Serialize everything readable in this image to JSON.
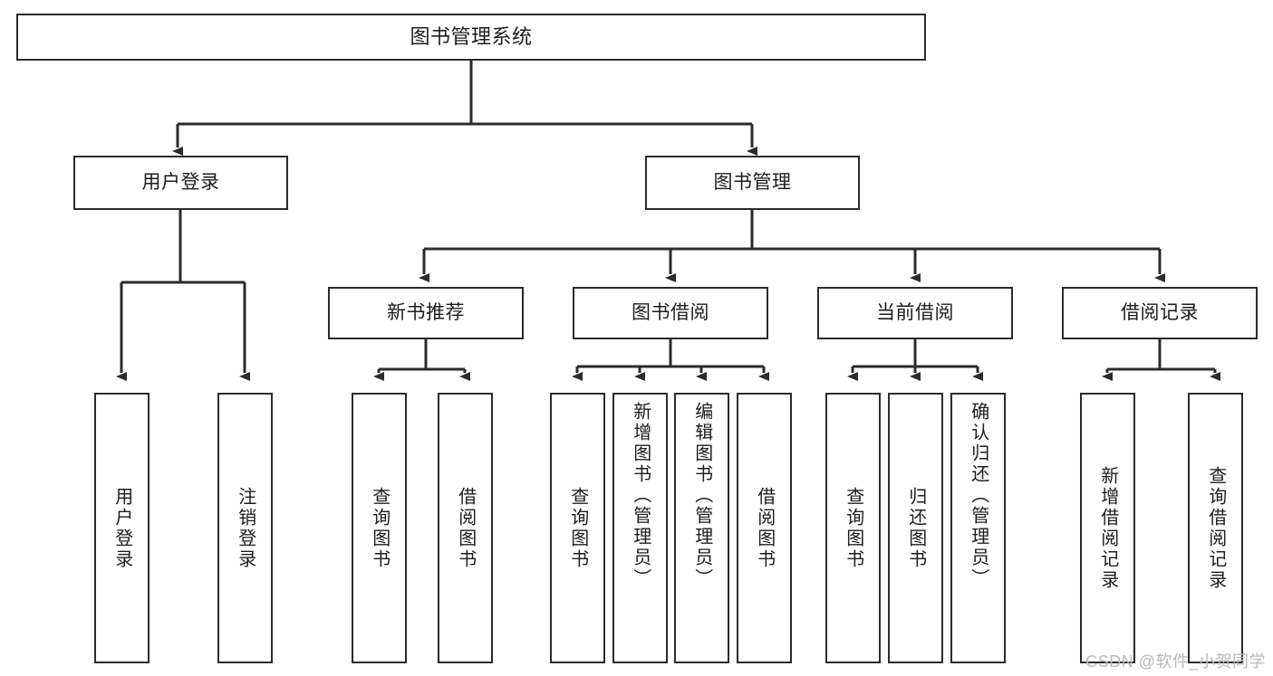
{
  "diagram": {
    "title": "图书管理系统",
    "type": "tree",
    "colors": {
      "box_border": "#2b2b2b",
      "box_fill": "#ffffff",
      "connector": "#2b2b2b",
      "text": "#1d1d1d",
      "watermark": "#b9b9b9",
      "background": "#ffffff"
    },
    "root": {
      "label": "图书管理系统"
    },
    "level1": [
      {
        "label": "用户登录"
      },
      {
        "label": "图书管理"
      }
    ],
    "level2": [
      {
        "label": "新书推荐"
      },
      {
        "label": "图书借阅"
      },
      {
        "label": "当前借阅"
      },
      {
        "label": "借阅记录"
      }
    ],
    "leaves": {
      "user_login": [
        {
          "label": "用户登录"
        },
        {
          "label": "注销登录"
        }
      ],
      "new_book_recommend": [
        {
          "label": "查询图书"
        },
        {
          "label": "借阅图书"
        }
      ],
      "book_borrow": [
        {
          "label": "查询图书"
        },
        {
          "label": "新增图书（管理员）"
        },
        {
          "label": "编辑图书（管理员）"
        },
        {
          "label": "借阅图书"
        }
      ],
      "current_borrow": [
        {
          "label": "查询图书"
        },
        {
          "label": "归还图书"
        },
        {
          "label": "确认归还（管理员）"
        }
      ],
      "borrow_record": [
        {
          "label": "新增借阅记录"
        },
        {
          "label": "查询借阅记录"
        }
      ]
    },
    "watermark": "CSDN @软件_小贺同学"
  }
}
